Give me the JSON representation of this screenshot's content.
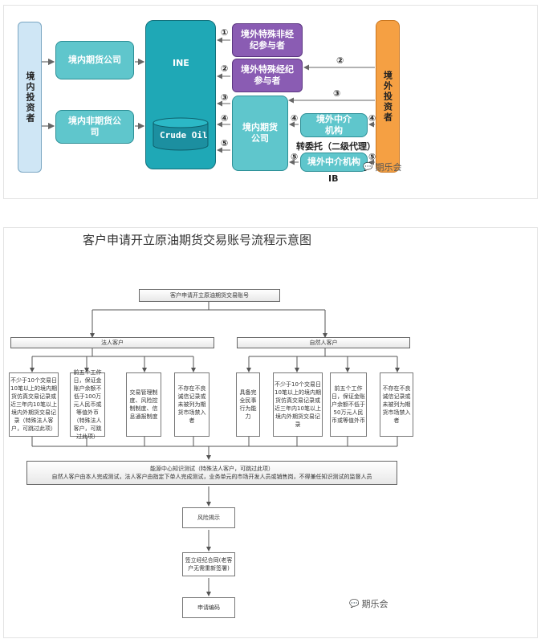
{
  "diagram1": {
    "domestic_investor": "境内投资者",
    "domestic_futures_company": "境内期货公司",
    "domestic_non_futures_company": "境内非期货公司",
    "ine": "INE",
    "crude_oil": "Crude Oil",
    "special_non_broker": "境外特殊非经纪参与者",
    "special_broker": "境外特殊经纪参与者",
    "domestic_futures_company_right": "境内期货公司",
    "overseas_intermediary": "境外中介机构",
    "overseas_investor": "境外投资者",
    "transfer_label": "转委托（二级代理）",
    "overseas_intermediary_2": "境外中介机构",
    "ib_label": "IB",
    "num1": "①",
    "num2": "②",
    "num3": "③",
    "num4": "④",
    "num5": "⑤",
    "watermark": "期乐会"
  },
  "diagram2": {
    "title": "客户申请开立原油期货交易账号流程示意图",
    "top_box": "客户申请开立原油期货交易账号",
    "legal": "法人客户",
    "natural": "自然人客户",
    "l1": "不少于10个交易日10笔以上的境内期货仿真交易记录或近三年内10笔以上境内外期货交易记录（特殊法人客户，可跳过此项）",
    "l2": "前五个工作日，保证金账户余额不低于100万元人民币或等值外币（特殊法人客户，可跳过此项）",
    "l3": "交易管理制度、风险控制制度、信息通报制度",
    "l4": "不存在不良诚信记录或未被列为期货市场禁入者",
    "n1": "具备完全民事行为能力",
    "n2": "不少于10个交易日10笔以上的境内期货仿真交易记录或近三年内10笔以上境内外期货交易记录",
    "n3": "前五个工作日，保证金账户余额不低于50万元人民币或等值外币",
    "n4": "不存在不良诚信记录或未被列为期货市场禁入者",
    "test_line1": "能源中心知识测试（特殊法人客户，可跳过此项）",
    "test_line2": "自然人客户由本人完成测试，法人客户由指定下单人完成测试，业务单元的市场开发人员或销售岗，不得兼任知识测试的监督人员",
    "risk": "风险揭示",
    "sign": "签立经纪合同(老客户无需重新签署)",
    "apply": "申请编码",
    "watermark": "期乐会"
  },
  "colors": {
    "teal": "#5fc6cc",
    "ine": "#1fa8b6",
    "purple": "#8a5cb3",
    "orange": "#f5a043",
    "light_blue": "#cfe6f5"
  }
}
